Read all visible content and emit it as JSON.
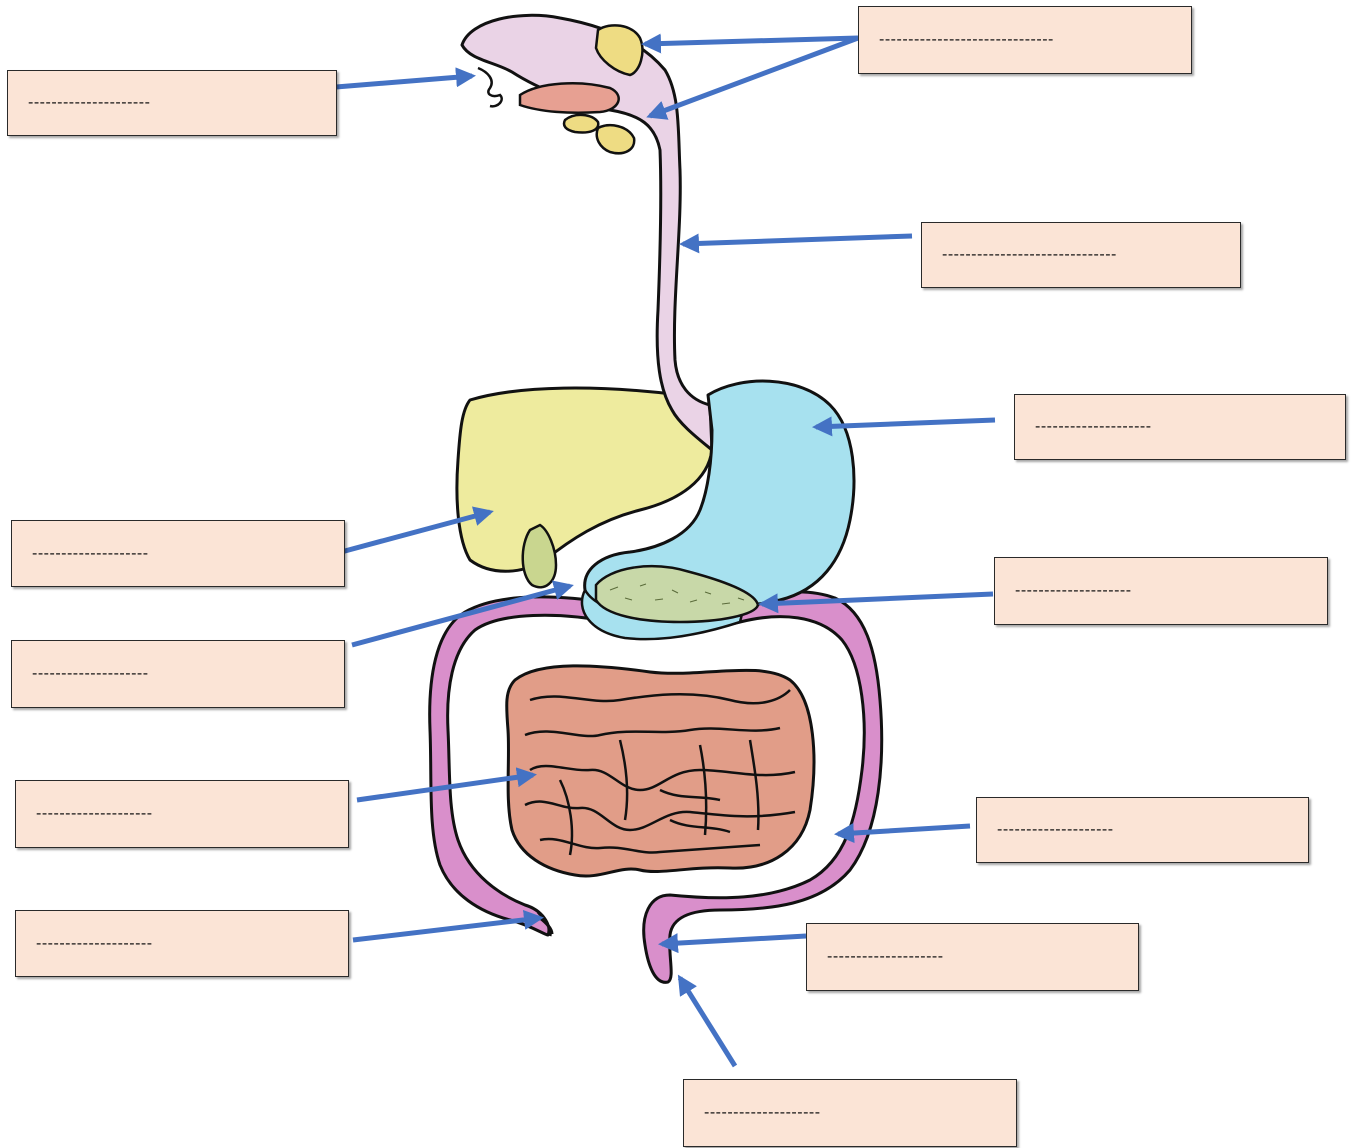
{
  "colors": {
    "arrow": "#4472c4",
    "box_fill": "#fbe4d6",
    "box_border": "#2a2a2a",
    "oral_tube": "#ead3e6",
    "salivary_gland": "#eedc83",
    "tongue": "#e7a092",
    "stomach": "#a7e1ef",
    "liver": "#eeeb9e",
    "gall_bladder": "#c9d68f",
    "pancreas": "#c8d8a8",
    "large_intestine": "#d98fcb",
    "small_intestine": "#e19d88",
    "outline": "#111111"
  },
  "labels": [
    {
      "id": "mouth",
      "text": "---------------------"
    },
    {
      "id": "salivary",
      "text": "------------------------------"
    },
    {
      "id": "esophagus",
      "text": "------------------------------"
    },
    {
      "id": "stomach",
      "text": "--------------------"
    },
    {
      "id": "liver",
      "text": "--------------------"
    },
    {
      "id": "pancreas",
      "text": "--------------------"
    },
    {
      "id": "gall-bladder",
      "text": "--------------------"
    },
    {
      "id": "small-intestine",
      "text": "--------------------"
    },
    {
      "id": "large-intestine",
      "text": "--------------------"
    },
    {
      "id": "appendix",
      "text": "--------------------"
    },
    {
      "id": "rectum",
      "text": "--------------------"
    },
    {
      "id": "anus",
      "text": "--------------------"
    }
  ]
}
